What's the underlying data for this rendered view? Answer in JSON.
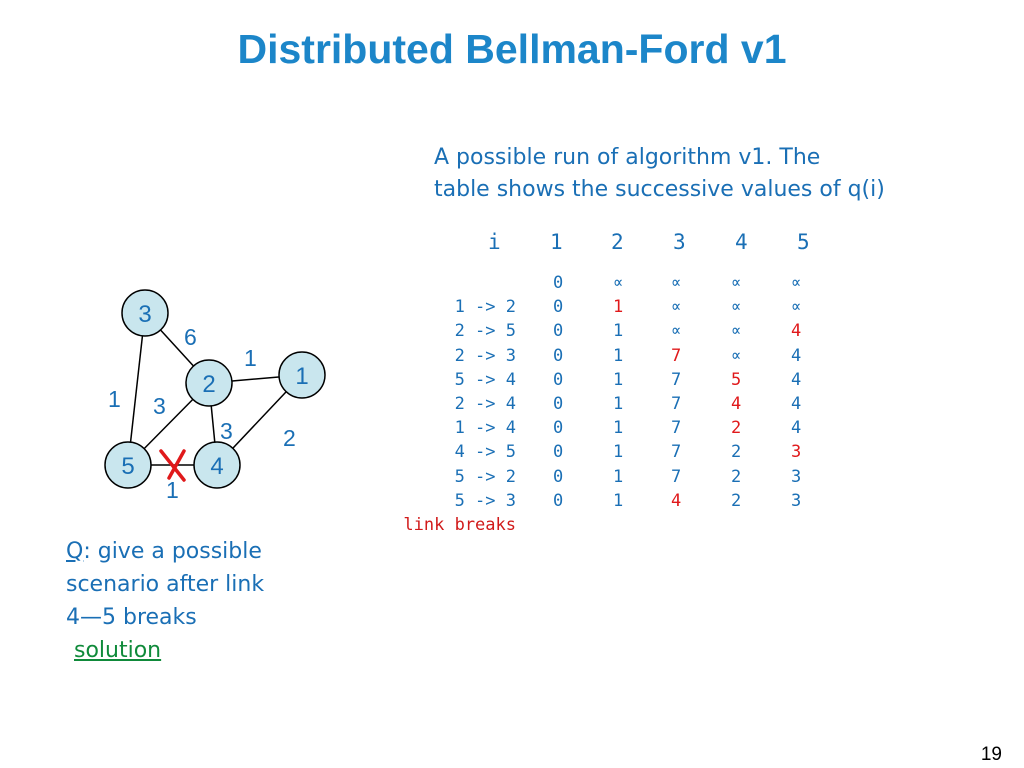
{
  "title": "Distributed Bellman-Ford v1",
  "intro": {
    "line1": "A possible run of algorithm v1. The",
    "line2": "table shows the successive values of q(i)"
  },
  "graph": {
    "nodes": [
      {
        "id": "n3",
        "label": "3"
      },
      {
        "id": "n2",
        "label": "2"
      },
      {
        "id": "n1",
        "label": "1"
      },
      {
        "id": "n5",
        "label": "5"
      },
      {
        "id": "n4",
        "label": "4"
      }
    ],
    "edge_weights": {
      "e3_2": "6",
      "e2_1": "1",
      "e3_5": "1",
      "e2_5": "3",
      "e2_4": "3",
      "e1_4": "2",
      "e5_4": "1"
    },
    "broken_link_mark": "X",
    "colors": {
      "node_fill": "#c9e6ee",
      "edge": "#000000",
      "cross": "#e0191b"
    }
  },
  "table": {
    "header": [
      "i",
      "1",
      "2",
      "3",
      "4",
      "5"
    ],
    "rows": [
      {
        "event": "",
        "values": [
          "0",
          "∝",
          "∝",
          "∝",
          "∝"
        ],
        "red": []
      },
      {
        "event": "1 -> 2",
        "values": [
          "0",
          "1",
          "∝",
          "∝",
          "∝"
        ],
        "red": [
          1
        ]
      },
      {
        "event": "2 -> 5",
        "values": [
          "0",
          "1",
          "∝",
          "∝",
          "4"
        ],
        "red": [
          4
        ]
      },
      {
        "event": "2 -> 3",
        "values": [
          "0",
          "1",
          "7",
          "∝",
          "4"
        ],
        "red": [
          2
        ]
      },
      {
        "event": "5 -> 4",
        "values": [
          "0",
          "1",
          "7",
          "5",
          "4"
        ],
        "red": [
          3
        ]
      },
      {
        "event": "2 -> 4",
        "values": [
          "0",
          "1",
          "7",
          "4",
          "4"
        ],
        "red": [
          3
        ]
      },
      {
        "event": "1 -> 4",
        "values": [
          "0",
          "1",
          "7",
          "2",
          "4"
        ],
        "red": [
          3
        ]
      },
      {
        "event": "4 -> 5",
        "values": [
          "0",
          "1",
          "7",
          "2",
          "3"
        ],
        "red": [
          4
        ]
      },
      {
        "event": "5 -> 2",
        "values": [
          "0",
          "1",
          "7",
          "2",
          "3"
        ],
        "red": []
      },
      {
        "event": "5 -> 3",
        "values": [
          "0",
          "1",
          "4",
          "2",
          "3"
        ],
        "red": [
          2
        ]
      }
    ],
    "footer": "link breaks",
    "colors": {
      "normal": "#1a6fb5",
      "highlight": "#e0191b"
    }
  },
  "question": {
    "q_letter": "Q",
    "line1_rest": ": give a possible",
    "line2": "scenario after link",
    "line3": "4—5 breaks",
    "solution_link": "solution"
  },
  "page_number": "19"
}
